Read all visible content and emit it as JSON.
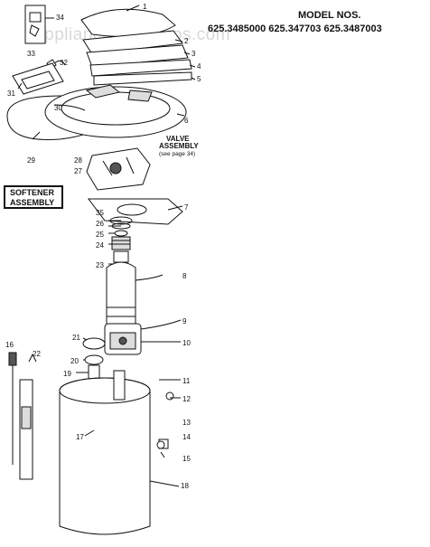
{
  "header": {
    "title": "MODEL NOS.",
    "models": "625.3485000  625.347703  625.3487003",
    "watermark": "AppliancePartsPros.com"
  },
  "callouts": {
    "valve_assembly_line1": "VALVE",
    "valve_assembly_line2": "ASSEMBLY",
    "valve_assembly_note": "(see page 34)",
    "softener_line1": "SOFTENER",
    "softener_line2": "ASSEMBLY"
  },
  "part_numbers": [
    "34",
    "1",
    "2",
    "3",
    "4",
    "5",
    "6",
    "7",
    "8",
    "9",
    "10",
    "11",
    "12",
    "13",
    "14",
    "15",
    "16",
    "17",
    "18",
    "19",
    "20",
    "21",
    "22",
    "23",
    "24",
    "25",
    "26",
    "27",
    "28",
    "29",
    "30",
    "31",
    "32",
    "33",
    "35"
  ]
}
